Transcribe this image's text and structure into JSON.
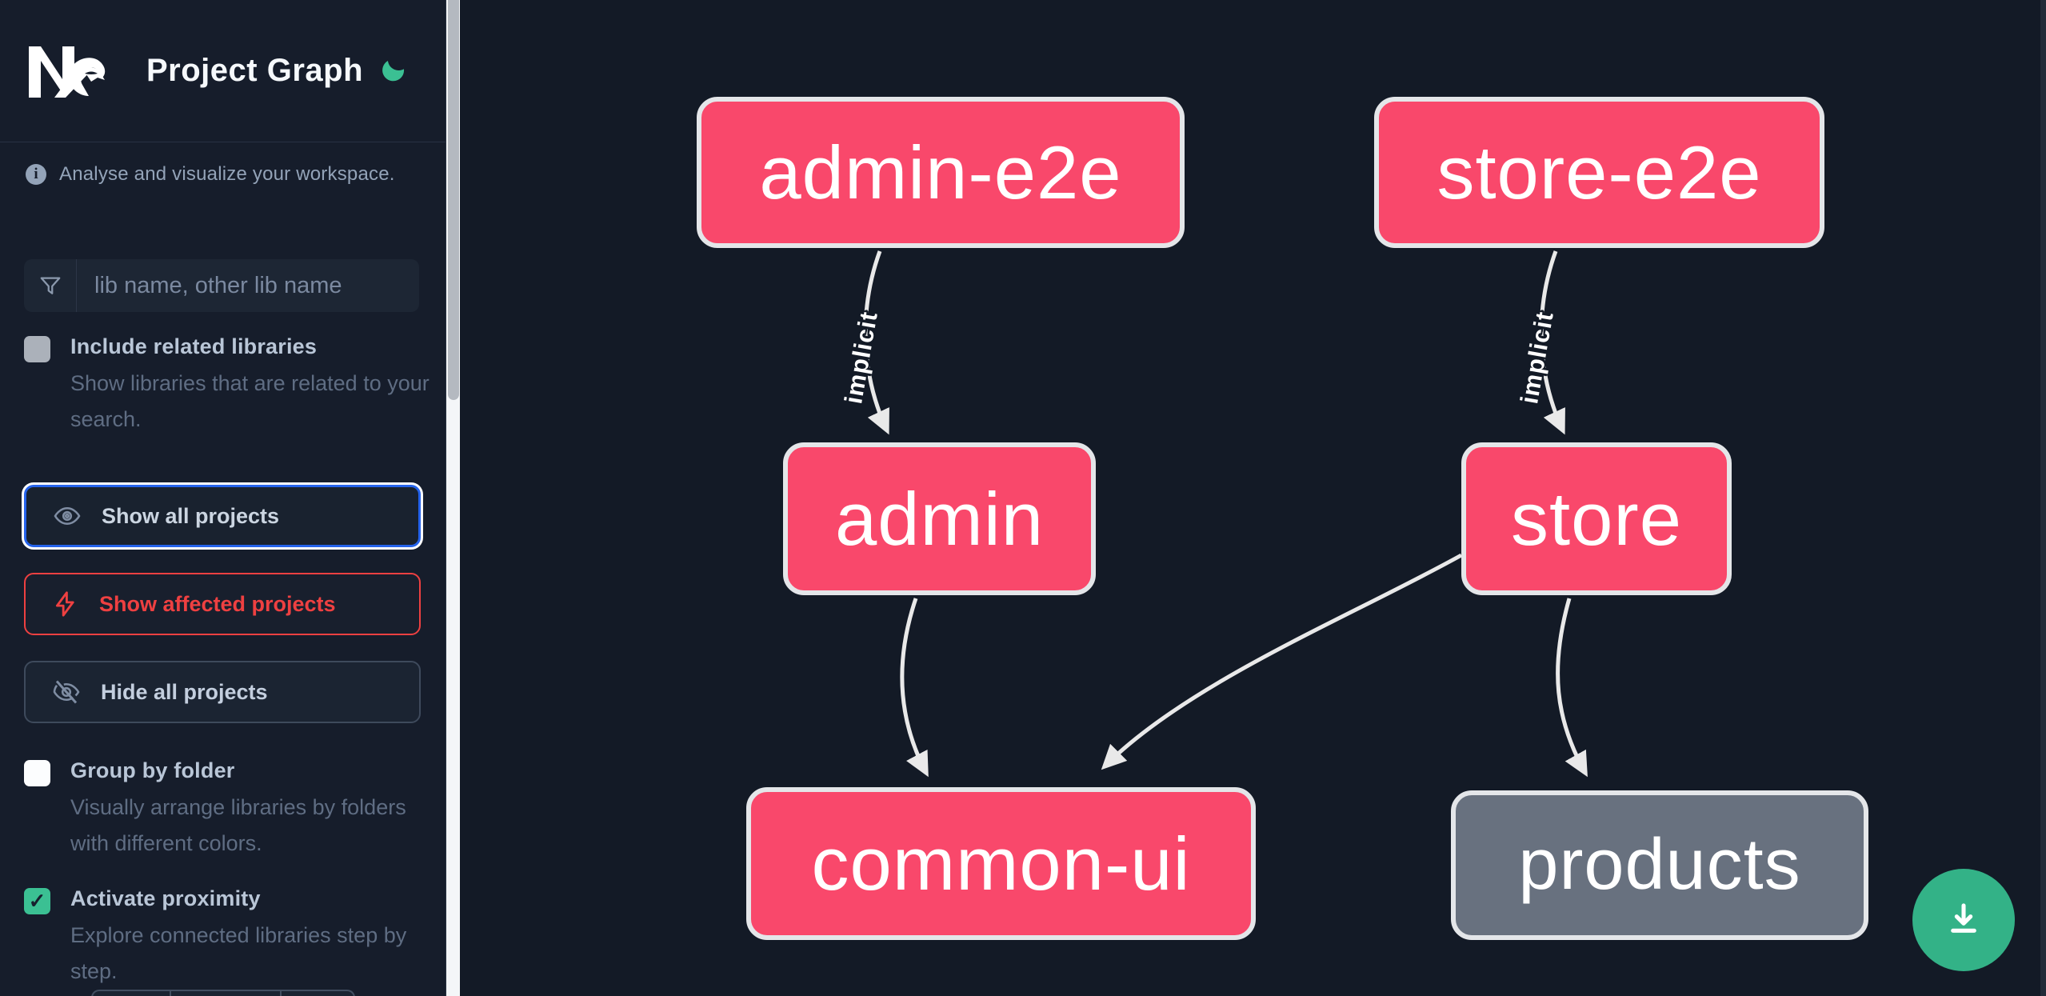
{
  "header": {
    "logo": "Nx",
    "title": "Project Graph",
    "theme_toggle_icon": "moon-icon"
  },
  "sidebar": {
    "tagline": "Analyse and visualize your workspace.",
    "search": {
      "icon": "filter-funnel-icon",
      "placeholder": "lib name, other lib name",
      "value": ""
    },
    "options": [
      {
        "label": "Include related libraries",
        "description": "Show libraries that are related to your search.",
        "checked": false
      },
      {
        "label": "Group by folder",
        "description": "Visually arrange libraries by folders with different colors.",
        "checked": false
      },
      {
        "label": "Activate proximity",
        "description": "Explore connected libraries step by step.",
        "checked": true
      }
    ],
    "actions": [
      {
        "label": "Show all projects",
        "icon": "eye-icon",
        "state": "focused"
      },
      {
        "label": "Show affected projects",
        "icon": "lightning-icon",
        "state": "danger"
      },
      {
        "label": "Hide all projects",
        "icon": "eye-off-icon",
        "state": "default"
      }
    ]
  },
  "graph": {
    "nodes": [
      {
        "id": "admin-e2e",
        "label": "admin-e2e",
        "highlighted": true
      },
      {
        "id": "store-e2e",
        "label": "store-e2e",
        "highlighted": true
      },
      {
        "id": "admin",
        "label": "admin",
        "highlighted": true
      },
      {
        "id": "store",
        "label": "store",
        "highlighted": true
      },
      {
        "id": "common-ui",
        "label": "common-ui",
        "highlighted": true
      },
      {
        "id": "products",
        "label": "products",
        "highlighted": false
      }
    ],
    "edges": [
      {
        "source": "admin-e2e",
        "target": "admin",
        "label": "implicit"
      },
      {
        "source": "store-e2e",
        "target": "store",
        "label": "implicit"
      },
      {
        "source": "admin",
        "target": "common-ui",
        "label": ""
      },
      {
        "source": "store",
        "target": "common-ui",
        "label": ""
      },
      {
        "source": "store",
        "target": "products",
        "label": ""
      }
    ]
  },
  "fab": {
    "icon": "download-icon"
  },
  "colors": {
    "sidebar_bg": "#161d2b",
    "canvas_bg": "#131a26",
    "highlighted_node": "#f9486b",
    "plain_node": "#68717f",
    "node_border": "#e4e6e9",
    "edge": "#e9e9e9",
    "accent_green": "#3bc093",
    "focus_blue": "#2563eb",
    "danger_red": "#ee4041"
  }
}
